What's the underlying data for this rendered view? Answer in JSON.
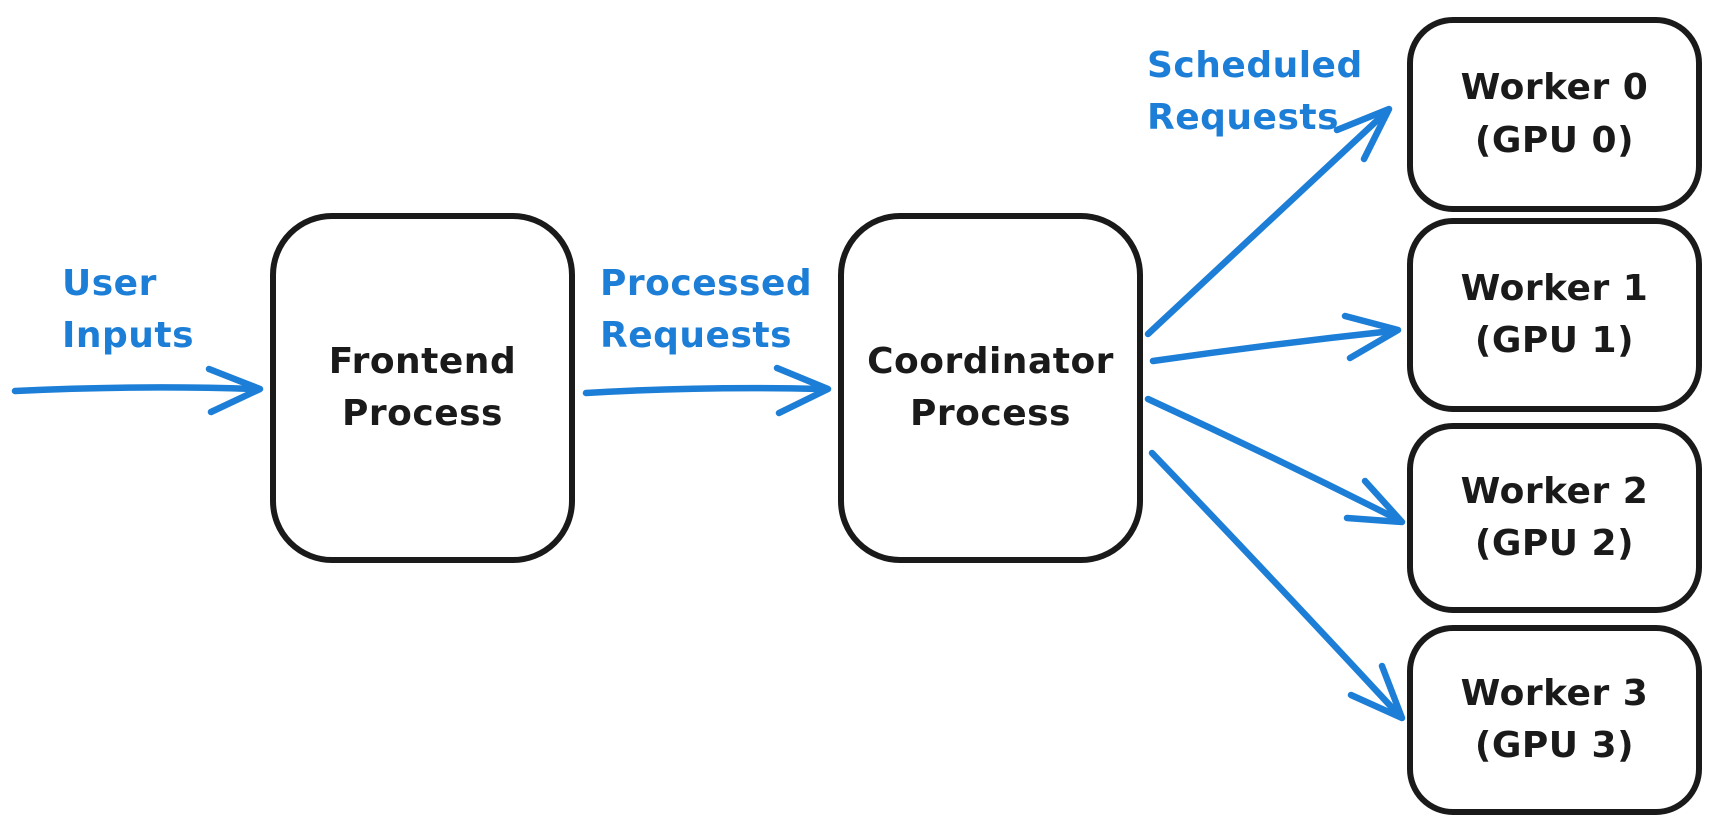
{
  "colors": {
    "accent": "#1c7ed6",
    "ink": "#1a1a1a",
    "background": "#ffffff"
  },
  "diagram": {
    "edge_labels": {
      "user_inputs": {
        "line1": "User",
        "line2": "Inputs"
      },
      "processed_requests": {
        "line1": "Processed",
        "line2": "Requests"
      },
      "scheduled_requests": {
        "line1": "Scheduled",
        "line2": "Requests"
      }
    },
    "nodes": {
      "frontend": {
        "line1": "Frontend",
        "line2": "Process"
      },
      "coordinator": {
        "line1": "Coordinator",
        "line2": "Process"
      },
      "workers": [
        {
          "name": "Worker 0",
          "gpu": "(GPU 0)"
        },
        {
          "name": "Worker 1",
          "gpu": "(GPU 1)"
        },
        {
          "name": "Worker 2",
          "gpu": "(GPU 2)"
        },
        {
          "name": "Worker 3",
          "gpu": "(GPU 3)"
        }
      ]
    }
  }
}
